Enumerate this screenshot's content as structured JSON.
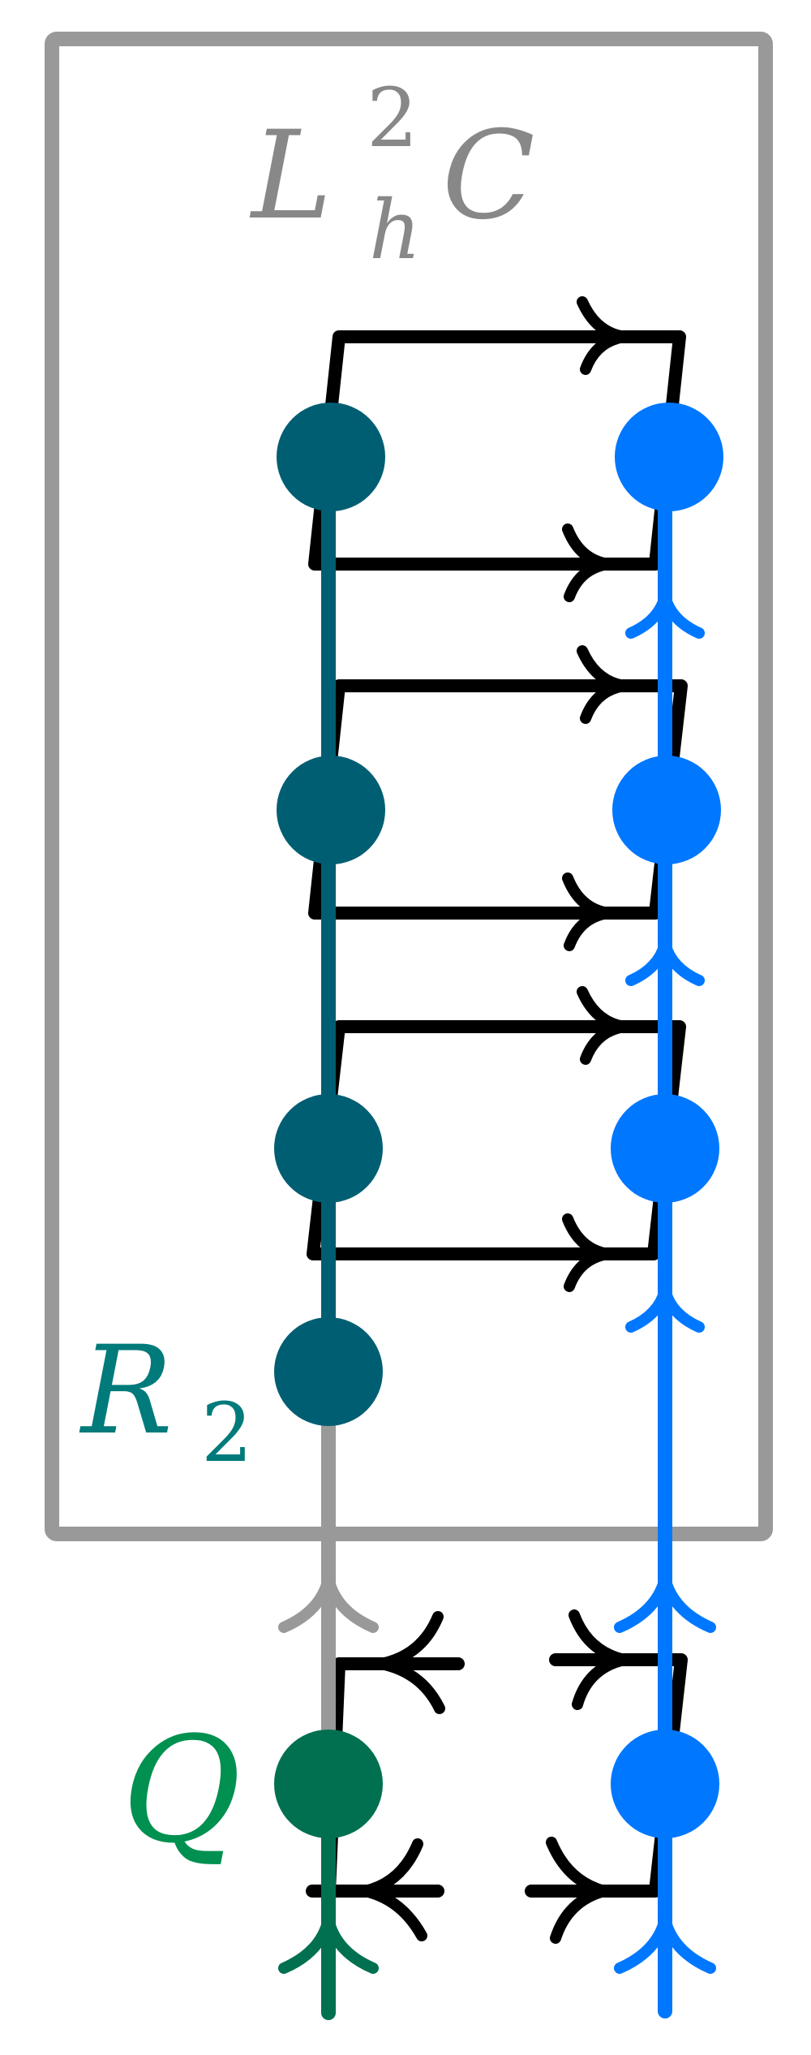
{
  "labels": {
    "box_label": {
      "base": "L",
      "sup": "2",
      "sub": "h",
      "tail": "C"
    },
    "r2_label": {
      "base": "R",
      "sub": "2"
    },
    "q_label": "Q"
  },
  "colors": {
    "box": "#999999",
    "dark_node": "#005e73",
    "blue": "#0077ff",
    "green": "#007050",
    "r2_text": "#007a7a",
    "q_text": "#009050",
    "grey_line": "#999999",
    "black": "#000000"
  }
}
